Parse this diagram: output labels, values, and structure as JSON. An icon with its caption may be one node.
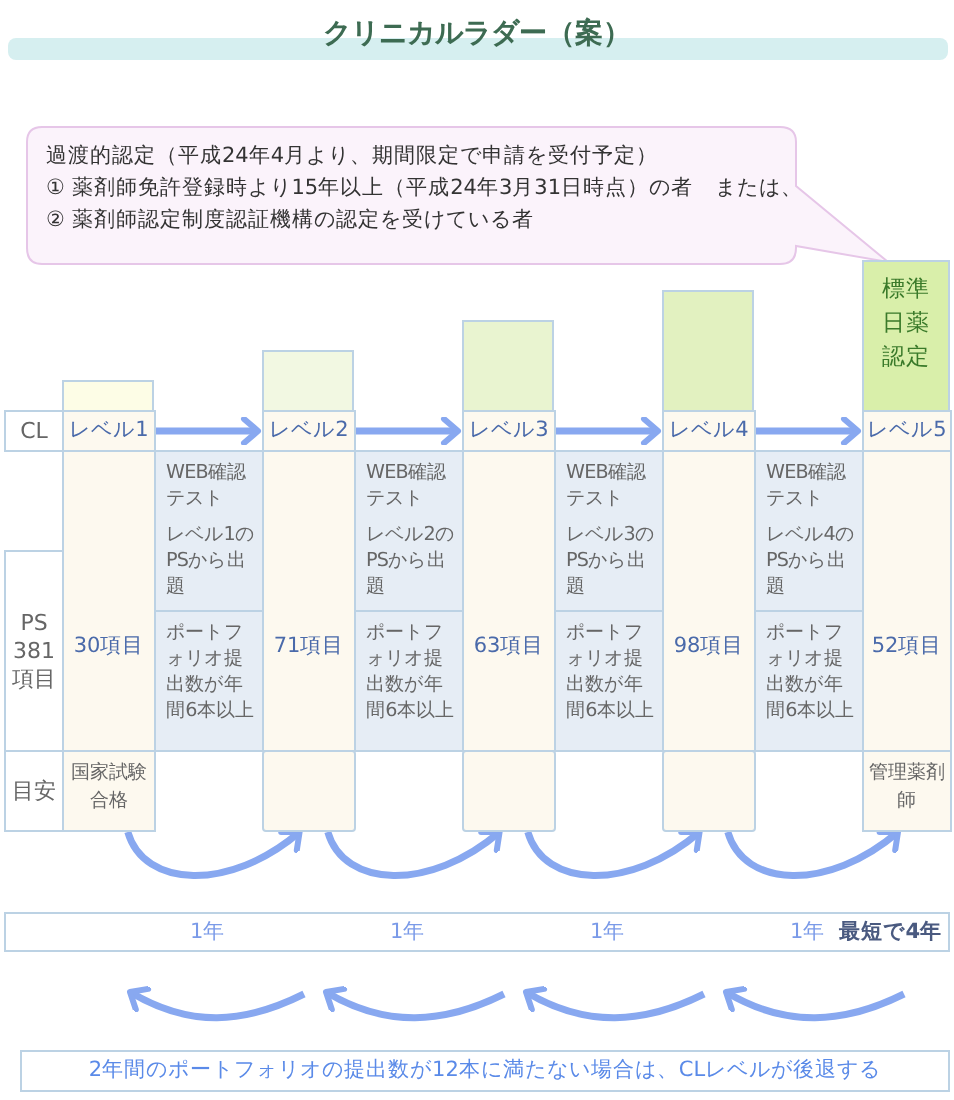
{
  "diagram": {
    "title": "クリニカルラダー（案）",
    "nodes": [
      {
        "text": [
          "過渡的認定（平成24年4月より、期間限定で申請を受付予定）",
          "① 薬剤師免許登録時より15年以上（平成24年3月31日時点）の者　または、",
          "② 薬剤師認定制度認証機構の認定を受けている者"
        ]
      },
      {
        "text": [],
        "shape": "bar"
      },
      {
        "text": [],
        "shape": "bar"
      },
      {
        "text": [],
        "shape": "bar"
      },
      {
        "text": [],
        "shape": "bar"
      },
      {
        "text": [
          "標準日薬認定"
        ]
      },
      {
        "text": [
          "CL"
        ]
      },
      {
        "text": [
          "レベル1"
        ]
      },
      {
        "text": [
          "レベル2"
        ]
      },
      {
        "text": [
          "レベル3"
        ]
      },
      {
        "text": [
          "レベル4"
        ]
      },
      {
        "text": [
          "レベル5"
        ]
      },
      {
        "text": [
          "PS 381 項目"
        ]
      },
      {
        "text": [
          "30項目"
        ]
      },
      {
        "text": [
          "71項目"
        ]
      },
      {
        "text": [
          "63項目"
        ]
      },
      {
        "text": [
          "98項目"
        ]
      },
      {
        "text": [
          "52項目"
        ]
      },
      {
        "text": [
          "WEB確認テスト",
          "レベル1のPSから出題"
        ]
      },
      {
        "text": [
          "WEB確認テスト",
          "レベル2のPSから出題"
        ]
      },
      {
        "text": [
          "WEB確認テスト",
          "レベル3のPSから出題"
        ]
      },
      {
        "text": [
          "WEB確認テスト",
          "レベル4のPSから出題"
        ]
      },
      {
        "text": [
          "ポートフォリオ提出数が年間6本以上"
        ]
      },
      {
        "text": [
          "ポートフォリオ提出数が年間6本以上"
        ]
      },
      {
        "text": [
          "ポートフォリオ提出数が年間6本以上"
        ]
      },
      {
        "text": [
          "ポートフォリオ提出数が年間6本以上"
        ]
      },
      {
        "text": [
          "目安"
        ]
      },
      {
        "text": [
          "国家試験合格"
        ]
      },
      {
        "text": [],
        "shape": "box"
      },
      {
        "text": [],
        "shape": "box"
      },
      {
        "text": [],
        "shape": "box"
      },
      {
        "text": [
          "管理薬剤師"
        ]
      },
      {
        "text": [
          "1年",
          "1年",
          "1年",
          "1年",
          "最短で4年"
        ]
      },
      {
        "text": [
          "2年間のポートフォリオの提出数が12本に満たない場合は、CLレベルが後退する"
        ]
      }
    ],
    "edges": [
      {
        "from": 7,
        "to": 8,
        "arrow": "to"
      },
      {
        "from": 8,
        "to": 9,
        "arrow": "to"
      },
      {
        "from": 9,
        "to": 10,
        "arrow": "to"
      },
      {
        "from": 10,
        "to": 11,
        "arrow": "to"
      },
      {
        "from": 27,
        "to": 28,
        "arrow": "to"
      },
      {
        "from": 28,
        "to": 29,
        "arrow": "to"
      },
      {
        "from": 29,
        "to": 30,
        "arrow": "to"
      },
      {
        "from": 30,
        "to": 31,
        "arrow": "to"
      }
    ]
  }
}
